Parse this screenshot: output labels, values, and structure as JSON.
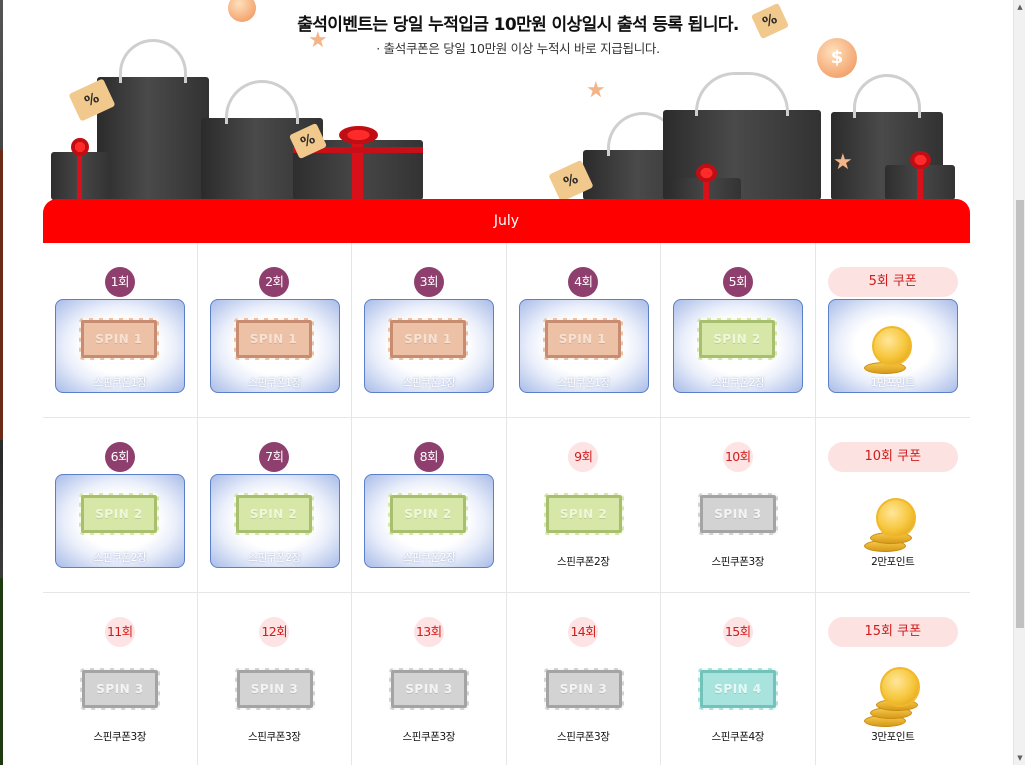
{
  "banner": {
    "headline": "출석이벤트는 당일 누적입금 10만원 이상일시 출석 등록 됩니다.",
    "subline": "· 출석쿠폰은 당일 10만원 이상 누적시 바로 지급됩니다."
  },
  "calendar": {
    "month": "July",
    "rows": [
      [
        {
          "label": "1회",
          "state": "done",
          "ticket": "SPIN 1",
          "tier": 1,
          "reward": "스핀쿠폰1장"
        },
        {
          "label": "2회",
          "state": "done",
          "ticket": "SPIN 1",
          "tier": 1,
          "reward": "스핀쿠폰1장"
        },
        {
          "label": "3회",
          "state": "done",
          "ticket": "SPIN 1",
          "tier": 1,
          "reward": "스핀쿠폰1장"
        },
        {
          "label": "4회",
          "state": "done",
          "ticket": "SPIN 1",
          "tier": 1,
          "reward": "스핀쿠폰1장"
        },
        {
          "label": "5회",
          "state": "done",
          "ticket": "SPIN 2",
          "tier": 2,
          "reward": "스핀쿠폰2장"
        },
        {
          "label": "5회 쿠폰",
          "state": "bonus-done",
          "ticket": "",
          "tier": 0,
          "reward": "1만포인트",
          "coins": 1
        }
      ],
      [
        {
          "label": "6회",
          "state": "done",
          "ticket": "SPIN 2",
          "tier": 2,
          "reward": "스핀쿠폰2장"
        },
        {
          "label": "7회",
          "state": "done",
          "ticket": "SPIN 2",
          "tier": 2,
          "reward": "스핀쿠폰2장"
        },
        {
          "label": "8회",
          "state": "done",
          "ticket": "SPIN 2",
          "tier": 2,
          "reward": "스핀쿠폰2장"
        },
        {
          "label": "9회",
          "state": "todo",
          "ticket": "SPIN 2",
          "tier": 2,
          "reward": "스핀쿠폰2장"
        },
        {
          "label": "10회",
          "state": "todo",
          "ticket": "SPIN 3",
          "tier": 3,
          "reward": "스핀쿠폰3장"
        },
        {
          "label": "10회 쿠폰",
          "state": "bonus-todo",
          "ticket": "",
          "tier": 0,
          "reward": "2만포인트",
          "coins": 2
        }
      ],
      [
        {
          "label": "11회",
          "state": "todo",
          "ticket": "SPIN 3",
          "tier": 3,
          "reward": "스핀쿠폰3장"
        },
        {
          "label": "12회",
          "state": "todo",
          "ticket": "SPIN 3",
          "tier": 3,
          "reward": "스핀쿠폰3장"
        },
        {
          "label": "13회",
          "state": "todo",
          "ticket": "SPIN 3",
          "tier": 3,
          "reward": "스핀쿠폰3장"
        },
        {
          "label": "14회",
          "state": "todo",
          "ticket": "SPIN 3",
          "tier": 3,
          "reward": "스핀쿠폰3장"
        },
        {
          "label": "15회",
          "state": "todo",
          "ticket": "SPIN 4",
          "tier": 4,
          "reward": "스핀쿠폰4장"
        },
        {
          "label": "15회 쿠폰",
          "state": "bonus-todo",
          "ticket": "",
          "tier": 0,
          "reward": "3만포인트",
          "coins": 3
        }
      ]
    ]
  },
  "decor": {
    "tag_glyph": "%",
    "coin_glyph": "$",
    "icons": [
      "shopping-bag-icon",
      "gift-box-icon",
      "percent-tag-icon",
      "coin-icon",
      "star-icon"
    ]
  },
  "colors": {
    "month_bar": "#ff0000",
    "badge_done": "#8e3f6d",
    "badge_todo_bg": "#fde3e3",
    "badge_todo_text": "#d11c1c",
    "frame_border": "#5b7fc8"
  }
}
